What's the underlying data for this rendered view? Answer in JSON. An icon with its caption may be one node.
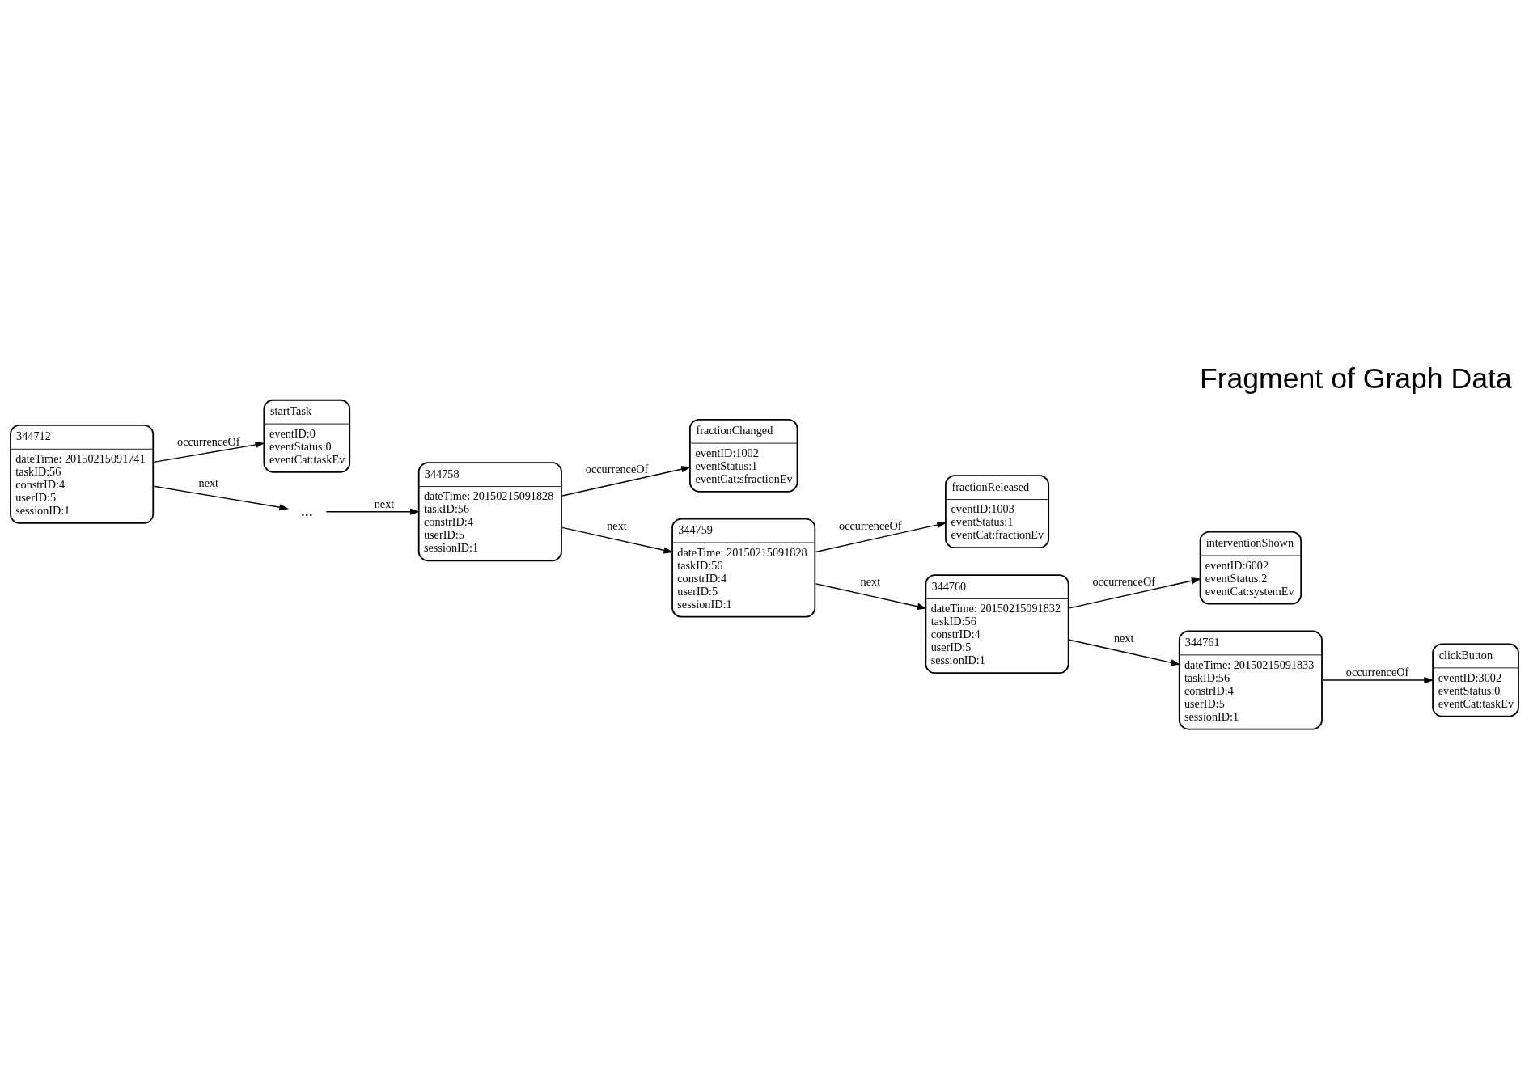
{
  "diagram": {
    "title": "Fragment of Graph Data",
    "nodes": [
      {
        "text": [
          "344712",
          "dateTime: 20150215091741",
          "taskID:56",
          "constrID:4",
          "userID:5",
          "sessionID:1"
        ]
      },
      {
        "text": [
          "startTask",
          "eventID:0",
          "eventStatus:0",
          "eventCat:taskEv"
        ]
      },
      {
        "text": [
          "..."
        ]
      },
      {
        "text": [
          "344758",
          "dateTime: 20150215091828",
          "taskID:56",
          "constrID:4",
          "userID:5",
          "sessionID:1"
        ]
      },
      {
        "text": [
          "fractionChanged",
          "eventID:1002",
          "eventStatus:1",
          "eventCat:sfractionEv"
        ]
      },
      {
        "text": [
          "fractionReleased",
          "eventID:1003",
          "eventStatus:1",
          "eventCat:fractionEv"
        ]
      },
      {
        "text": [
          "344759",
          "dateTime: 20150215091828",
          "taskID:56",
          "constrID:4",
          "userID:5",
          "sessionID:1"
        ]
      },
      {
        "text": [
          "interventionShown",
          "eventID:6002",
          "eventStatus:2",
          "eventCat:systemEv"
        ]
      },
      {
        "text": [
          "344760",
          "dateTime: 20150215091832",
          "taskID:56",
          "constrID:4",
          "userID:5",
          "sessionID:1"
        ]
      },
      {
        "text": [
          "344761",
          "dateTime: 20150215091833",
          "taskID:56",
          "constrID:4",
          "userID:5",
          "sessionID:1"
        ]
      },
      {
        "text": [
          "clickButton",
          "eventID:3002",
          "eventStatus:0",
          "eventCat:taskEv"
        ]
      }
    ],
    "edges": [
      {
        "from": 0,
        "to": 1,
        "arrow": "to",
        "label": "occurrenceOf"
      },
      {
        "from": 0,
        "to": 2,
        "arrow": "to",
        "label": "next"
      },
      {
        "from": 2,
        "to": 3,
        "arrow": "to",
        "label": "next"
      },
      {
        "from": 3,
        "to": 4,
        "arrow": "to",
        "label": "occurrenceOf"
      },
      {
        "from": 3,
        "to": 6,
        "arrow": "to",
        "label": "next"
      },
      {
        "from": 6,
        "to": 5,
        "arrow": "to",
        "label": "occurrenceOf"
      },
      {
        "from": 6,
        "to": 8,
        "arrow": "to",
        "label": "next"
      },
      {
        "from": 8,
        "to": 7,
        "arrow": "to",
        "label": "occurrenceOf"
      },
      {
        "from": 8,
        "to": 9,
        "arrow": "to",
        "label": "next"
      },
      {
        "from": 9,
        "to": 10,
        "arrow": "to",
        "label": "occurrenceOf"
      }
    ]
  }
}
